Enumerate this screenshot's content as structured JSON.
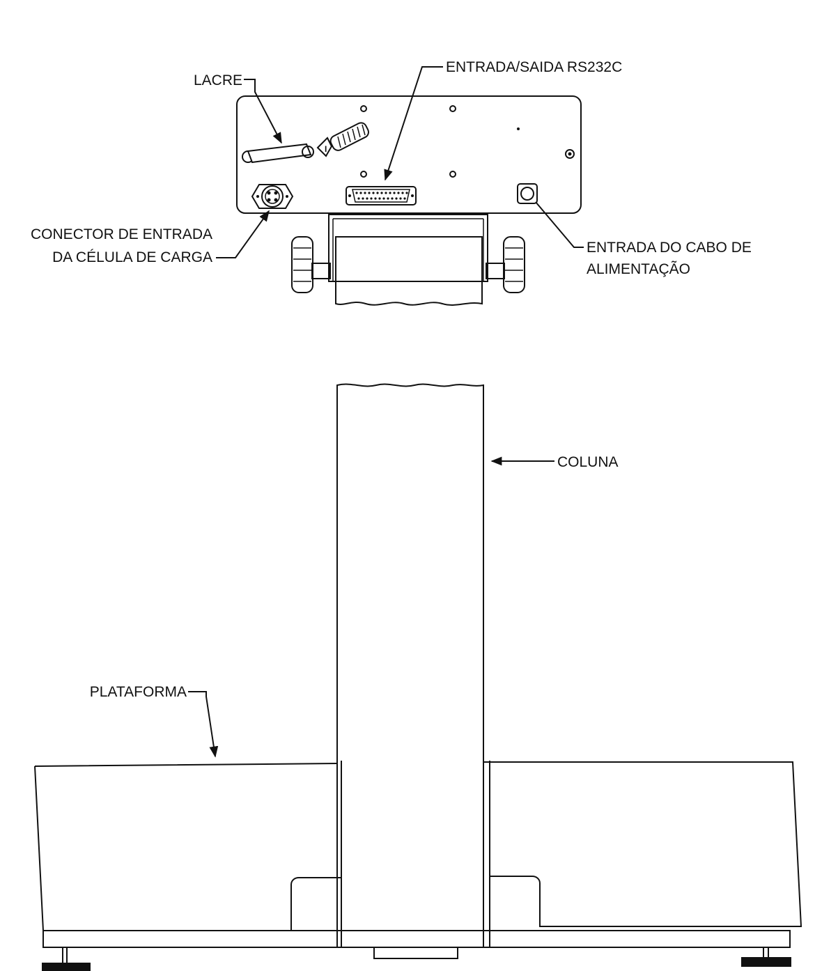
{
  "labels": {
    "lacre": "LACRE",
    "rs232": "ENTRADA/SAIDA RS232C",
    "load_cell_line1": "CONECTOR DE ENTRADA",
    "load_cell_line2": "DA CÉLULA DE CARGA",
    "power_line1": "ENTRADA DO CABO DE",
    "power_line2": "ALIMENTAÇÃO",
    "column": "COLUNA",
    "platform": "PLATAFORMA"
  },
  "colors": {
    "line": "#111111",
    "background": "#ffffff"
  }
}
